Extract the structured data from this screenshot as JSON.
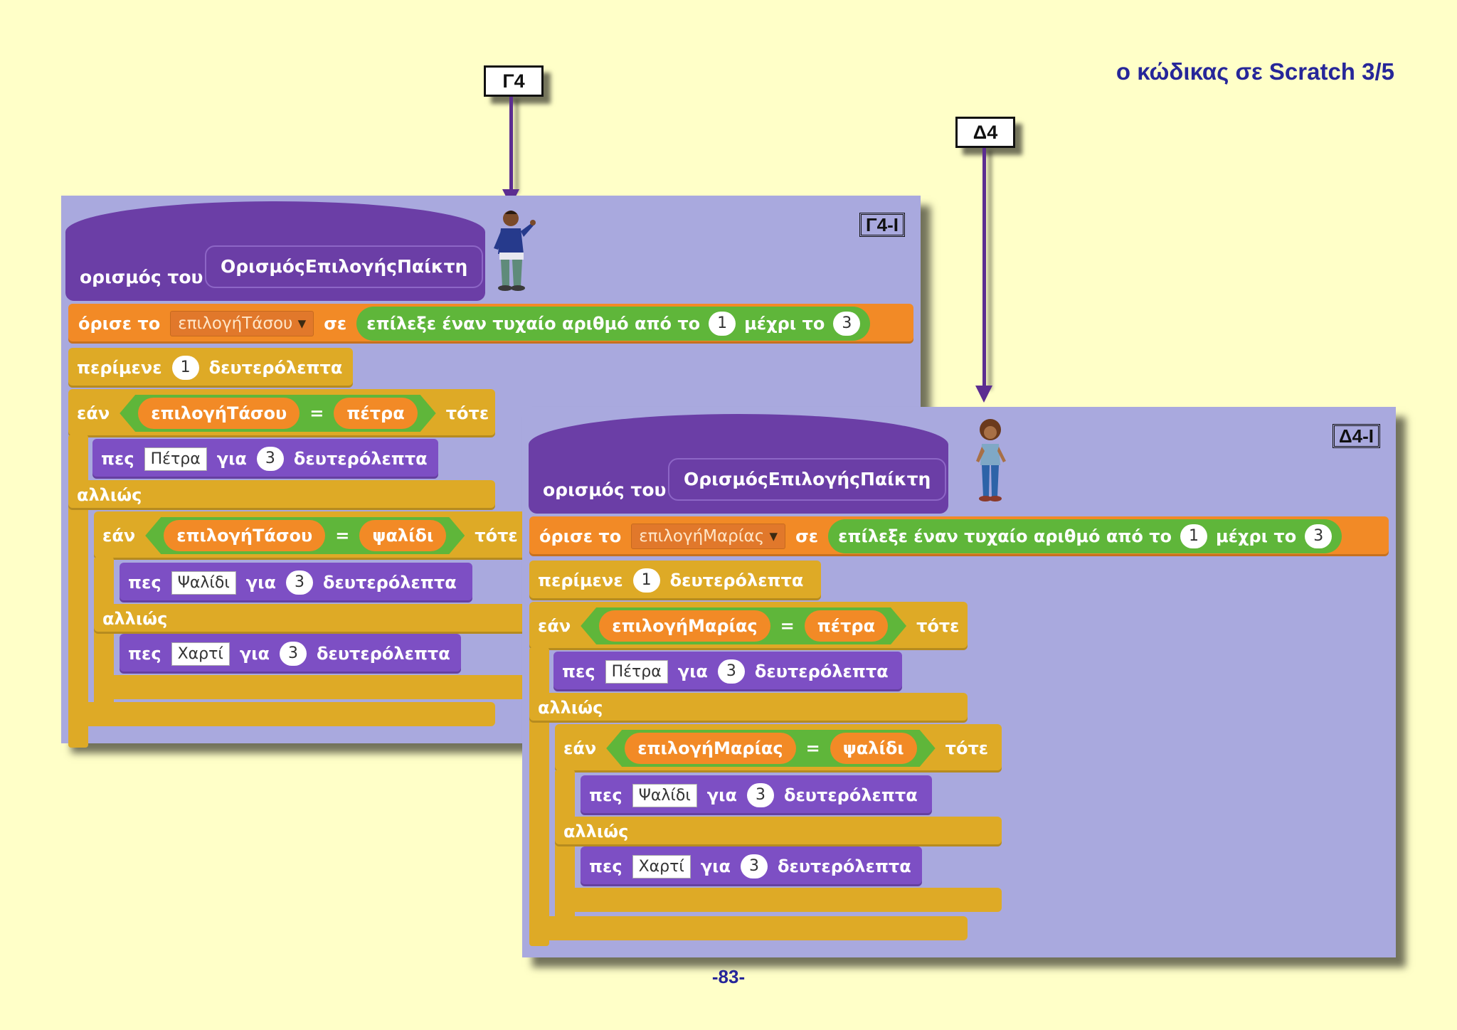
{
  "page": {
    "title": "ο κώδικας σε Scratch 3/5",
    "page_number": "-83-"
  },
  "callouts": {
    "g4": "Γ4",
    "d4": "Δ4"
  },
  "panel_left": {
    "tag": "Γ4-Ι",
    "hat_label": "ορισμός του",
    "hat_param": "ΟρισμόςΕπιλογήςΠαίκτη",
    "set_block": {
      "label": "όρισε το",
      "variable": "επιλογήΤάσου",
      "to": "σε",
      "pick": "επίλεξε έναν τυχαίο αριθμό από το",
      "from": "1",
      "until": "μέχρι το",
      "to_value": "3"
    },
    "wait_block": {
      "label": "περίμενε",
      "value": "1",
      "unit": "δευτερόλεπτα"
    },
    "if1": {
      "if": "εάν",
      "var": "επιλογήΤάσου",
      "eq": "=",
      "value": "πέτρα",
      "then": "τότε"
    },
    "say1": {
      "label": "πες",
      "text": "Πέτρα",
      "for": "για",
      "secs": "3",
      "unit": "δευτερόλεπτα"
    },
    "else1": "αλλιώς",
    "if2": {
      "if": "εάν",
      "var": "επιλογήΤάσου",
      "eq": "=",
      "value": "ψαλίδι",
      "then": "τότε"
    },
    "say2": {
      "label": "πες",
      "text": "Ψαλίδι",
      "for": "για",
      "secs": "3",
      "unit": "δευτερόλεπτα"
    },
    "else2": "αλλιώς",
    "say3": {
      "label": "πες",
      "text": "Χαρτί",
      "for": "για",
      "secs": "3",
      "unit": "δευτερόλεπτα"
    }
  },
  "panel_right": {
    "tag": "Δ4-Ι",
    "hat_label": "ορισμός του",
    "hat_param": "ΟρισμόςΕπιλογήςΠαίκτη",
    "set_block": {
      "label": "όρισε το",
      "variable": "επιλογήΜαρίας",
      "to": "σε",
      "pick": "επίλεξε έναν τυχαίο αριθμό από το",
      "from": "1",
      "until": "μέχρι το",
      "to_value": "3"
    },
    "wait_block": {
      "label": "περίμενε",
      "value": "1",
      "unit": "δευτερόλεπτα"
    },
    "if1": {
      "if": "εάν",
      "var": "επιλογήΜαρίας",
      "eq": "=",
      "value": "πέτρα",
      "then": "τότε"
    },
    "say1": {
      "label": "πες",
      "text": "Πέτρα",
      "for": "για",
      "secs": "3",
      "unit": "δευτερόλεπτα"
    },
    "else1": "αλλιώς",
    "if2": {
      "if": "εάν",
      "var": "επιλογήΜαρίας",
      "eq": "=",
      "value": "ψαλίδι",
      "then": "τότε"
    },
    "say2": {
      "label": "πες",
      "text": "Ψαλίδι",
      "for": "για",
      "secs": "3",
      "unit": "δευτερόλεπτα"
    },
    "else2": "αλλιώς",
    "say3": {
      "label": "πες",
      "text": "Χαρτί",
      "for": "για",
      "secs": "3",
      "unit": "δευτερόλεπτα"
    }
  }
}
